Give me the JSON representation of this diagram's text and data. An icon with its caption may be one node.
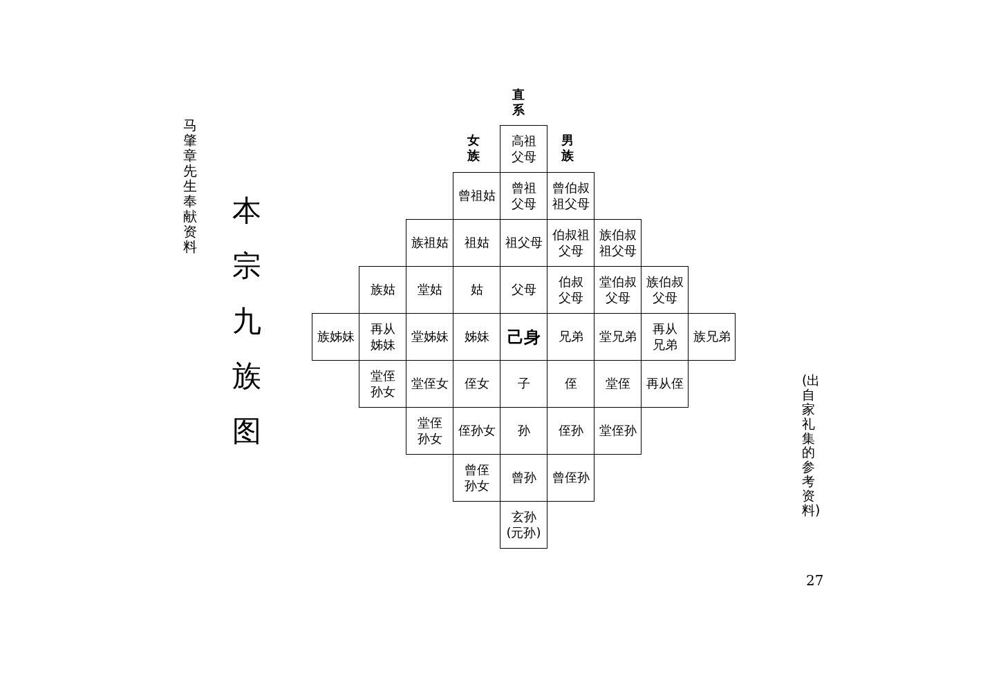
{
  "diagram": {
    "title": "本宗九族图",
    "nodes": [
      {
        "text": [
          "高祖父母"
        ]
      },
      {
        "text": [
          "曾祖姑"
        ]
      },
      {
        "text": [
          "曾祖父母"
        ]
      },
      {
        "text": [
          "曾伯叔祖父母"
        ]
      },
      {
        "text": [
          "族祖姑"
        ]
      },
      {
        "text": [
          "祖姑"
        ]
      },
      {
        "text": [
          "祖父母"
        ]
      },
      {
        "text": [
          "伯叔祖父母"
        ]
      },
      {
        "text": [
          "族伯叔祖父母"
        ]
      },
      {
        "text": [
          "族姑"
        ]
      },
      {
        "text": [
          "堂姑"
        ]
      },
      {
        "text": [
          "姑"
        ]
      },
      {
        "text": [
          "父母"
        ]
      },
      {
        "text": [
          "伯叔父母"
        ]
      },
      {
        "text": [
          "堂伯叔父母"
        ]
      },
      {
        "text": [
          "族伯叔父母"
        ]
      },
      {
        "text": [
          "族姊妹"
        ]
      },
      {
        "text": [
          "再从姊妹"
        ]
      },
      {
        "text": [
          "堂姊妹"
        ]
      },
      {
        "text": [
          "姊妹"
        ]
      },
      {
        "text": [
          "己身"
        ]
      },
      {
        "text": [
          "兄弟"
        ]
      },
      {
        "text": [
          "堂兄弟"
        ]
      },
      {
        "text": [
          "再从兄弟"
        ]
      },
      {
        "text": [
          "族兄弟"
        ]
      },
      {
        "text": [
          "堂侄孙女"
        ]
      },
      {
        "text": [
          "堂侄女"
        ]
      },
      {
        "text": [
          "侄女"
        ]
      },
      {
        "text": [
          "子"
        ]
      },
      {
        "text": [
          "侄"
        ]
      },
      {
        "text": [
          "堂侄"
        ]
      },
      {
        "text": [
          "再从侄"
        ]
      },
      {
        "text": [
          "堂侄孙女"
        ]
      },
      {
        "text": [
          "侄孙女"
        ]
      },
      {
        "text": [
          "孙"
        ]
      },
      {
        "text": [
          "侄孙"
        ]
      },
      {
        "text": [
          "堂侄孙"
        ]
      },
      {
        "text": [
          "曾侄孙女"
        ]
      },
      {
        "text": [
          "曾孙"
        ]
      },
      {
        "text": [
          "曾侄孙"
        ]
      },
      {
        "text": [
          "玄孙(元孙)"
        ]
      }
    ],
    "labels": [
      "马肇章先生奉献资料",
      "直系",
      "女族",
      "男族",
      "(出自家礼集的参考资料)",
      "27"
    ]
  }
}
